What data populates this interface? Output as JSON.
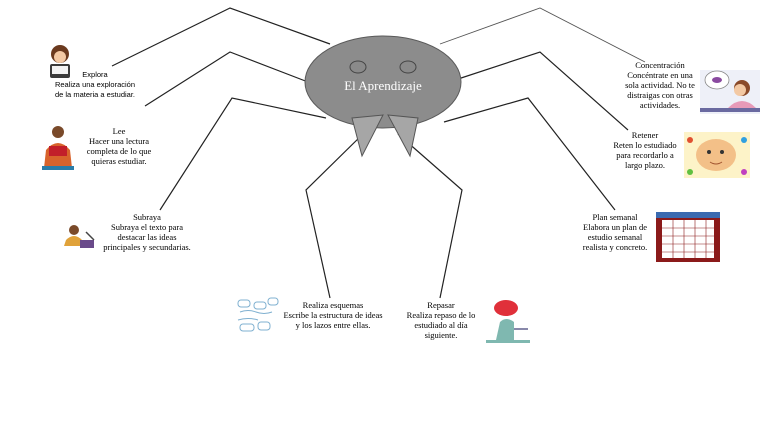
{
  "center": {
    "title": "El Aprendizaje"
  },
  "colors": {
    "body": "#8c8c8c",
    "body_stroke": "#5a5a5a",
    "legs": "#222222",
    "fang": "#a6a6a6"
  },
  "nodes": {
    "explora": {
      "title": "Explora",
      "lines": [
        "Realiza una exploración",
        "de la materia a estudiar."
      ],
      "icon": "child-reading-icon"
    },
    "lee": {
      "title": "Lee",
      "lines": [
        "Hacer una lectura",
        "completa de lo que",
        "quieras estudiar."
      ],
      "icon": "woman-reading-icon"
    },
    "subraya": {
      "title": "Subraya",
      "lines": [
        "Subraya el texto para",
        "destacar las ideas",
        "principales y secundarias."
      ],
      "icon": "child-writing-icon"
    },
    "esquemas": {
      "title": "Realiza esquemas",
      "lines": [
        "Escribe la estructura de ideas",
        "y los lazos entre ellas."
      ],
      "icon": "diagram-sketch-icon"
    },
    "repasar": {
      "title": "Repasar",
      "lines": [
        "Realiza repaso de lo",
        "estudiado al día",
        "siguiente."
      ],
      "icon": "person-thinking-icon"
    },
    "plan": {
      "title": "Plan semanal",
      "lines": [
        "Elabora un plan de",
        "estudio semanal",
        "realista y concreto."
      ],
      "icon": "calendar-icon"
    },
    "retener": {
      "title": "Retener",
      "lines": [
        "Reten lo estudiado",
        "para recordarlo a",
        "largo plazo."
      ],
      "icon": "brain-memory-icon"
    },
    "concentracion": {
      "title": "Concentración",
      "lines": [
        "Concéntrate en una",
        "sola actividad. No te",
        "distraigas con otras",
        "actividades."
      ],
      "icon": "woman-concentrating-icon"
    }
  }
}
